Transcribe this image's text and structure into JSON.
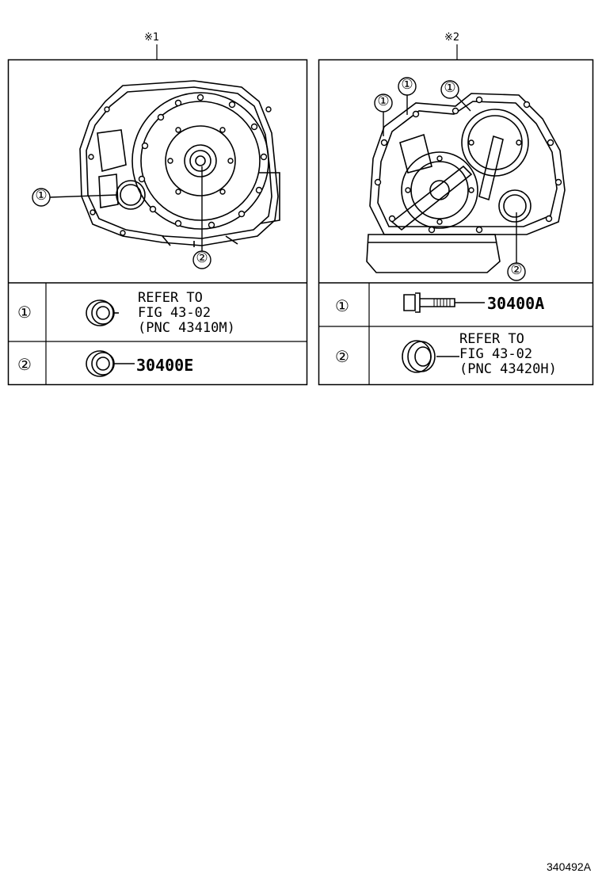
{
  "figure_id": "340492A",
  "panels": [
    {
      "mark": "※1",
      "rows": [
        {
          "num": "①",
          "text_lines": [
            "REFER TO",
            "FIG 43-02",
            "(PNC 43410M)"
          ]
        },
        {
          "num": "②",
          "code": "30400E"
        }
      ],
      "callouts": [
        "①",
        "②"
      ]
    },
    {
      "mark": "※2",
      "rows": [
        {
          "num": "①",
          "code": "30400A"
        },
        {
          "num": "②",
          "text_lines": [
            "REFER TO",
            "FIG 43-02",
            "(PNC 43420H)"
          ]
        }
      ],
      "callouts": [
        "①",
        "①",
        "①",
        "②"
      ]
    }
  ],
  "colors": {
    "line": "#000000",
    "background": "#ffffff"
  }
}
